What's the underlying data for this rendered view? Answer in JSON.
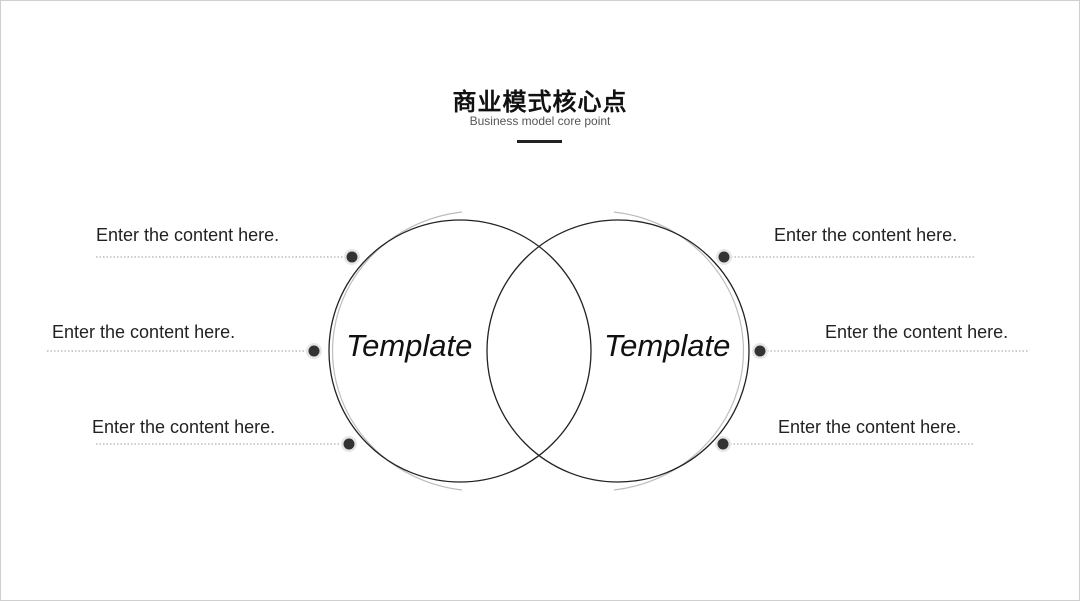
{
  "header": {
    "title": "商业模式核心点",
    "subtitle": "Business model core point"
  },
  "circles": {
    "left_label": "Template",
    "right_label": "Template"
  },
  "items": {
    "left": [
      "Enter the content here.",
      "Enter the content here.",
      "Enter the content here."
    ],
    "right": [
      "Enter the content here.",
      "Enter the content here.",
      "Enter the content here."
    ]
  },
  "colors": {
    "circle_stroke": "#222222",
    "outer_arc": "#bdbdbd",
    "dot": "#333333",
    "leader_line": "#9a9a9a"
  }
}
